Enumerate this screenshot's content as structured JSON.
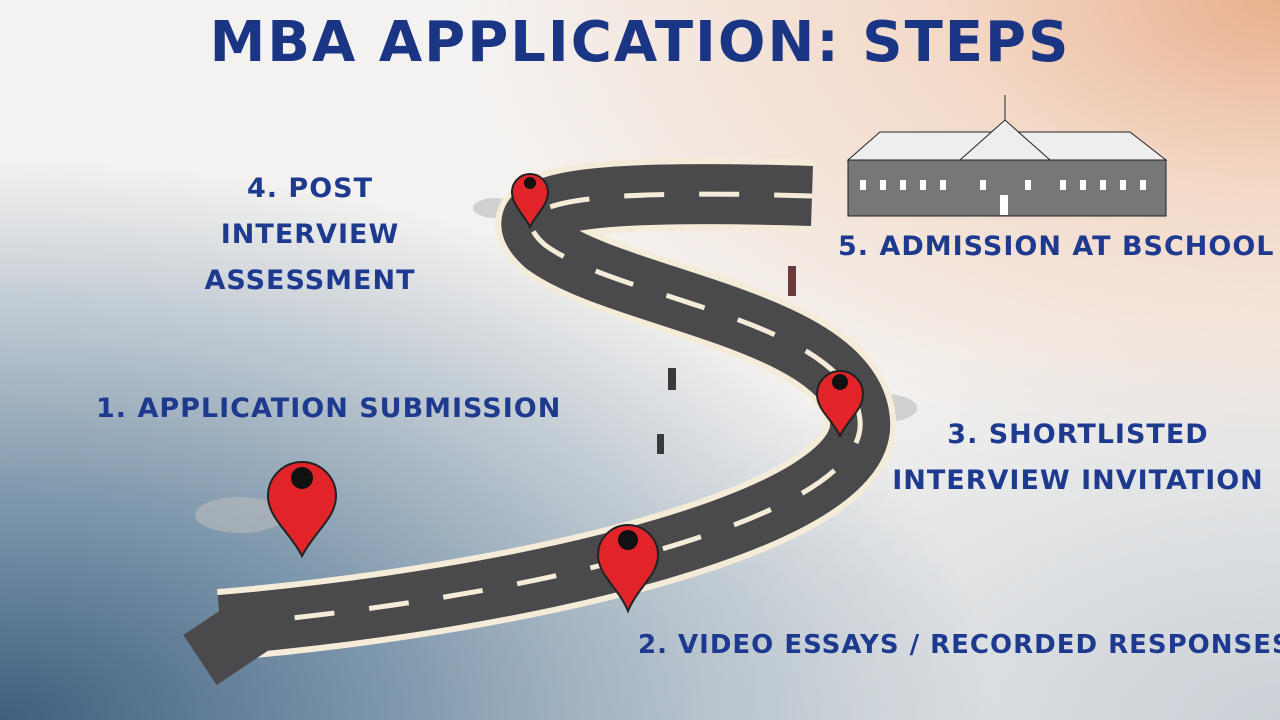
{
  "title": "MBA APPLICATION: STEPS",
  "steps": [
    {
      "label": "1. Application Submission"
    },
    {
      "label": "2. Video Essays / Recorded Responses"
    },
    {
      "label": "3. Shortlisted Interview Invitation"
    },
    {
      "label": "4. Post Interview Assessment"
    },
    {
      "label": "5. Admission at BSchool"
    }
  ],
  "colors": {
    "text": "#1d3a8f",
    "pin": "#e0242a",
    "road": "#4a4a4c",
    "road_edge": "#f4ecd8"
  }
}
